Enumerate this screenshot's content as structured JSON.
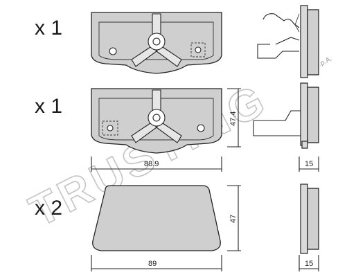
{
  "watermark": {
    "brand": "TRUSTING",
    "suffix": "S.p.A.",
    "registered": "R"
  },
  "quantities": {
    "top": "x 1",
    "middle": "x 1",
    "bottom": "x 2"
  },
  "dimensions": {
    "mid_height": "47.4",
    "mid_width": "88.9",
    "mid_thickness": "15",
    "bottom_height": "47",
    "bottom_width": "89",
    "bottom_thickness": "15"
  }
}
